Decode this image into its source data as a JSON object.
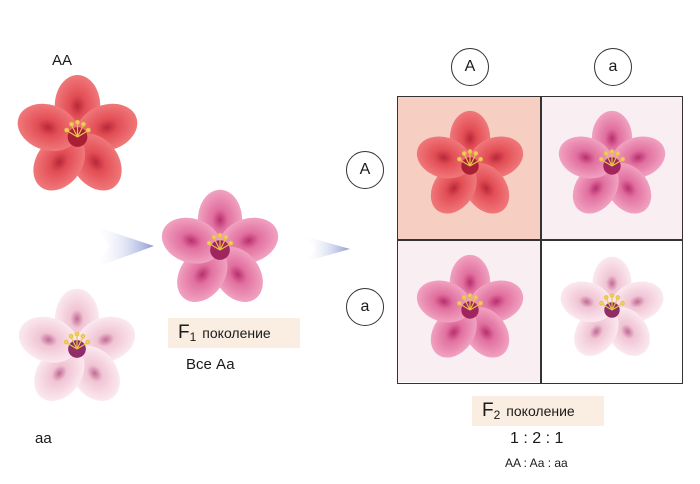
{
  "parents": {
    "top_genotype": "AA",
    "bottom_genotype": "aa"
  },
  "f1": {
    "letter": "F",
    "subscript": "1",
    "word": "поколение",
    "result": "Все Аа"
  },
  "punnett": {
    "columns": [
      "A",
      "a"
    ],
    "rows": [
      "A",
      "a"
    ]
  },
  "f2": {
    "letter": "F",
    "subscript": "2",
    "word": "поколение",
    "ratio": "1 : 2 : 1",
    "genotypes": "AA : Aa : aa"
  },
  "colors": {
    "red_petal": "#e85a5e",
    "pink_petal": "#e889ad",
    "pale_petal": "#f4d3dd",
    "arrow": "#9aa6d6",
    "aa_cell_bg": "#f7d0c3",
    "mix_cell_bg": "#f9eef1",
    "gen_box_bg": "#faeee2"
  }
}
